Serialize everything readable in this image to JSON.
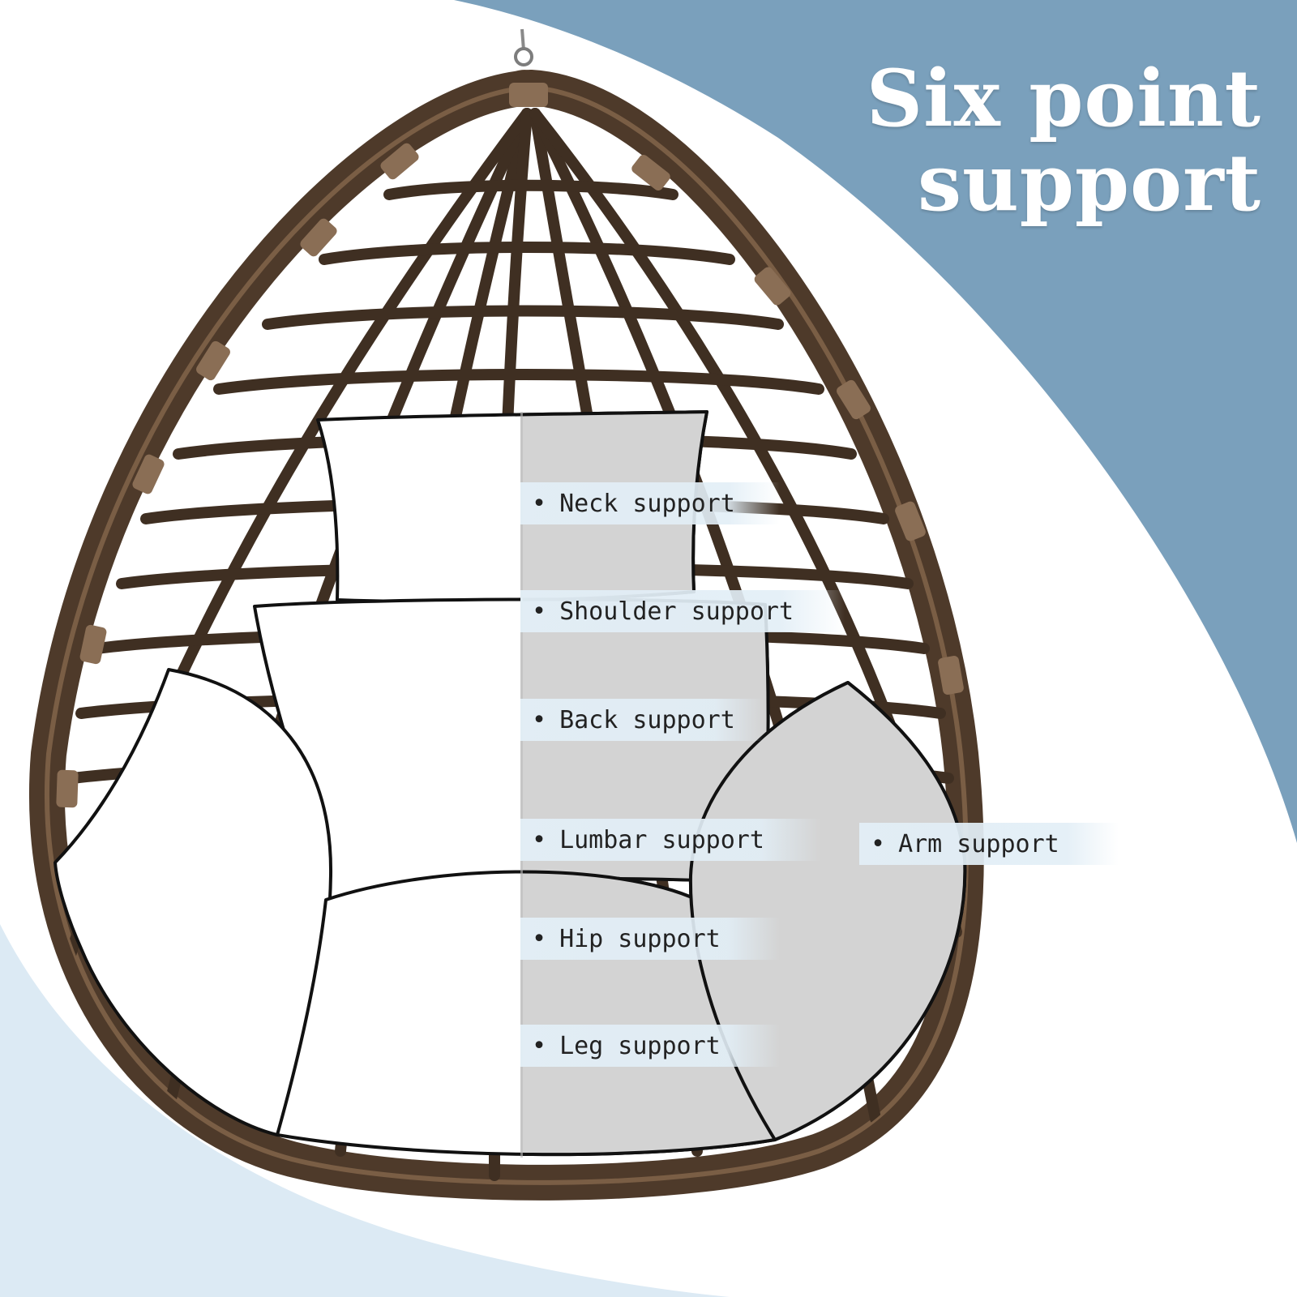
{
  "headline": {
    "line1": "Six point",
    "line2": "support"
  },
  "labels": [
    {
      "text": "Neck support"
    },
    {
      "text": "Shoulder support"
    },
    {
      "text": "Back support"
    },
    {
      "text": "Lumbar support"
    },
    {
      "text": "Arm support"
    },
    {
      "text": "Hip support"
    },
    {
      "text": "Leg support"
    }
  ],
  "bullet": "•",
  "colors": {
    "band_blue": "#7aa0bc",
    "light_blue": "#dceaf4",
    "rattan": "#4e3a2a",
    "cushion_white": "#ffffff",
    "cushion_grey": "#d3d3d3",
    "label_bg": "#e2eef6"
  }
}
